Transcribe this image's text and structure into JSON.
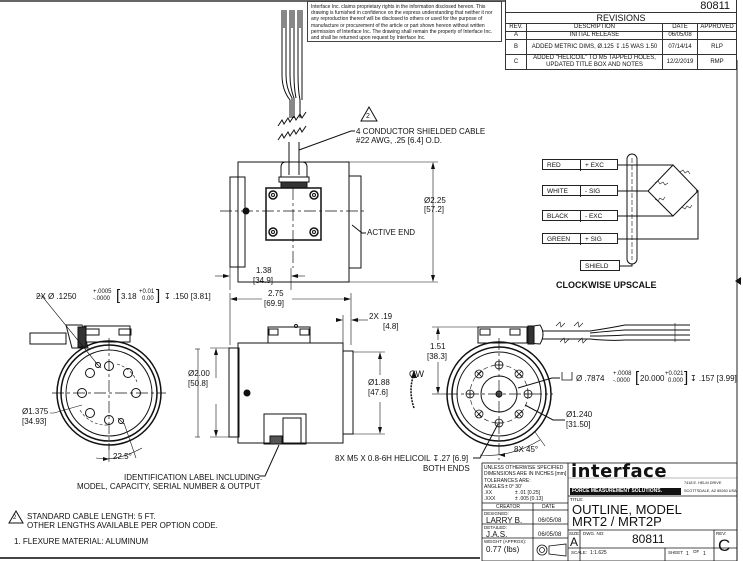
{
  "disclaimer": {
    "lines": [
      "Interface Inc. claims proprietary rights in the information disclosed hereon.  This",
      "drawing is furnished in confidence on the express understanding that neither it nor",
      "any reproduction thereof will be disclosed to others or used for the purpose of",
      "manufacture or procurement of the article or part shown hereon without written",
      "permission of Interface Inc.  The drawing shall remain the property of Interface Inc.",
      "and shall be returned upon request by Interface Inc."
    ]
  },
  "revisions": {
    "drawing_number": "80811",
    "title": "REVISIONS",
    "headers": [
      "REV.",
      "DESCRIPTION",
      "DATE",
      "APPROVED"
    ],
    "rows": [
      {
        "rev": "A",
        "description": "INITIAL RELEASE",
        "date": "06/05/08",
        "approved": ""
      },
      {
        "rev": "B",
        "description": "ADDED METRIC DIMS, Ø.125 ↧.15 WAS 1.50",
        "date": "07/14/14",
        "approved": "RLP"
      },
      {
        "rev": "C",
        "description": "ADDED \"HELICOIL\" TO M5 TAPPED HOLES, UPDATED TITLE BOX AND NOTES",
        "date": "12/2/2019",
        "approved": "RMP"
      }
    ]
  },
  "callouts": {
    "cable_note_marker": "2",
    "cable_line1": "4 CONDUCTOR SHIELDED CABLE",
    "cable_line2": "#22 AWG, .25 [6.4] O.D.",
    "active_end": "ACTIVE END",
    "dia_225": "Ø2.25",
    "dia_225_mm": "[57.2]",
    "dim_138": "1.38",
    "dim_138_mm": "[34.9]",
    "dim_275": "2.75",
    "dim_275_mm": "[69.9]",
    "dim_019": "2X  .19",
    "dim_019_mm": "[4.8]",
    "pin_hole_prefix": "2X Ø .1250",
    "pin_hole_tol_plus": "+.0005",
    "pin_hole_tol_minus": "-.0000",
    "pin_hole_mm": "3.18",
    "pin_hole_mm_plus": "+0.01",
    "pin_hole_mm_minus": "0.00",
    "pin_hole_depth": "↧ .150 [3.81]",
    "dia_200": "Ø2.00",
    "dia_200_mm": "[50.8]",
    "dia_188": "Ø1.88",
    "dia_188_mm": "[47.6]",
    "dia_1375": "Ø1.375",
    "dia_1375_mm": "[34.93]",
    "angle_225": "22.5°",
    "dim_151": "1.51",
    "dim_151_mm": "[38.3]",
    "cw": "CW",
    "bore_prefix": "Ø .7874",
    "bore_tol_plus": "+.0008",
    "bore_tol_minus": "-.0000",
    "bore_mm": "20.000",
    "bore_mm_plus": "+0.021",
    "bore_mm_minus": "0.000",
    "bore_depth": "↧ .157 [3.99]",
    "dia_1240": "Ø1.240",
    "dia_1240_mm": "[31.50]",
    "angle_8x45": "8X 45°",
    "helicoil_line1": "8X M5 X 0.8-6H HELICOIL ↧.27 [6.9]",
    "helicoil_line2": "BOTH ENDS",
    "id_label_line1": "IDENTIFICATION LABEL INCLUDING:",
    "id_label_line2": "MODEL, CAPACITY, SERIAL NUMBER & OUTPUT"
  },
  "wiring": {
    "rows": [
      {
        "color": "RED",
        "signal": "+ EXC"
      },
      {
        "color": "WHITE",
        "signal": "- SIG"
      },
      {
        "color": "BLACK",
        "signal": "- EXC"
      },
      {
        "color": "GREEN",
        "signal": "+ SIG"
      }
    ],
    "shield": "SHIELD",
    "caption": "CLOCKWISE UPSCALE"
  },
  "notes": {
    "note2_marker": "2",
    "note2_line1": "STANDARD CABLE LENGTH: 5 FT.",
    "note2_line2": "OTHER LENGTHS AVAILABLE PER OPTION CODE.",
    "note1": "1.  FLEXURE MATERIAL: ALUMINUM"
  },
  "title_block": {
    "tolerance_lines": [
      "UNLESS OTHERWISE SPECIFIED",
      "DIMENSIONS ARE IN INCHES [mm]",
      "TOLERANCES ARE:"
    ],
    "angles_label": "ANGLES",
    "angles_value": "± 0° 30'",
    "xx_label": ".XX",
    "xx_value": "± .01 [0.25]",
    "xxx_label": ".XXX",
    "xxx_value": "± .005 [0.13]",
    "creator_header": "CREATOR",
    "date_header": "DATE",
    "designed_label": "DESIGNED:",
    "designed_by": "LARRY B.",
    "designed_date": "06/05/08",
    "detailed_label": "DETAILED:",
    "detailed_by": "J.A.S.",
    "detailed_date": "06/05/08",
    "weight_label": "WEIGHT (APPROX):",
    "weight_value": "0.77 (lbs)",
    "logo_text": "interface",
    "logo_tagline": "FORCE MEASUREMENT SOLUTIONS.",
    "address_line1": "7418 E. HELM DRIVE",
    "address_line2": "SCOTTSDALE, AZ 85260 USA",
    "title_label": "TITLE:",
    "title_line1": "OUTLINE, MODEL",
    "title_line2": "MRT2 / MRT2P",
    "size_label": "SIZE:",
    "size_value": "A",
    "dwg_no_label": "DWG. NO:",
    "dwg_no_value": "80811",
    "rev_label": "REV:",
    "rev_value": "C",
    "scale_label": "SCALE:",
    "scale_value": "1:1.625",
    "sheet_label": "SHEET",
    "sheet_value": "1",
    "of_label": "OF",
    "of_value": "1"
  }
}
